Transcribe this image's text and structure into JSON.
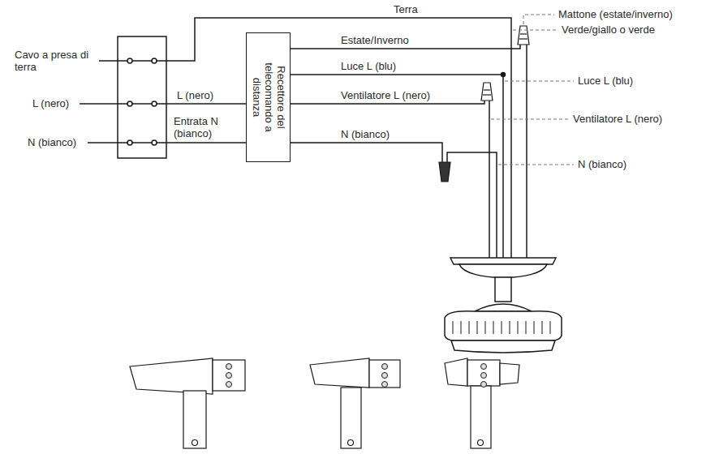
{
  "diagram": {
    "nodes": [
      {
        "text": [
          "Recettore del telecomando a distanza"
        ]
      }
    ],
    "labels": [
      "Terra",
      "Cavo a presa di terra",
      "L (nero)",
      "N (bianco)",
      "L (nero)",
      "Entrata N (bianco)",
      "Estate/Inverno",
      "Luce L (blu)",
      "Ventilatore L (nero)",
      "N (bianco)",
      "Mattone (estate/inverno)",
      "Verde/giallo o verde",
      "Luce L (blu)",
      "Ventilatore L (nero)",
      "N (bianco)"
    ]
  }
}
